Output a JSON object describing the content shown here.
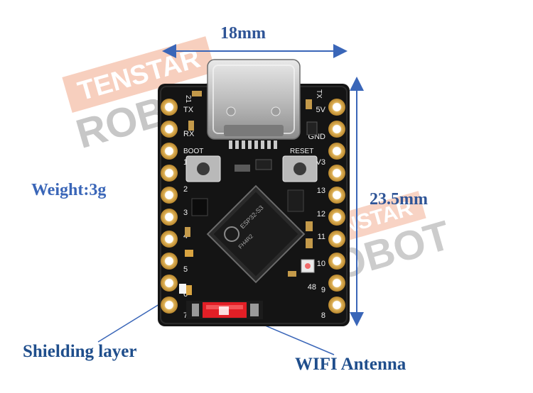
{
  "labels": {
    "width": "18mm",
    "height": "23.5mm",
    "weight": "Weight:3g",
    "shielding": "Shielding layer",
    "antenna": "WIFI Antenna"
  },
  "watermark": {
    "line1": "TENSTAR",
    "line2": "ROBOT"
  },
  "board": {
    "left_pins": [
      "TX",
      "RX",
      "1",
      "2",
      "3",
      "4",
      "5",
      "6",
      "7"
    ],
    "right_pins": [
      "5V",
      "GND",
      "3V3",
      "13",
      "12",
      "11",
      "10",
      "9",
      "8"
    ],
    "top_marks": [
      "21",
      "TX"
    ],
    "buttons": [
      "BOOT",
      "RESET"
    ],
    "chip_text": [
      "ESP32-S3",
      "FH4R2"
    ],
    "pin48": "48"
  },
  "colors": {
    "accent": "#2f5597",
    "board": "#141414",
    "pad": "#d9a441",
    "shield": "#e21f26"
  }
}
